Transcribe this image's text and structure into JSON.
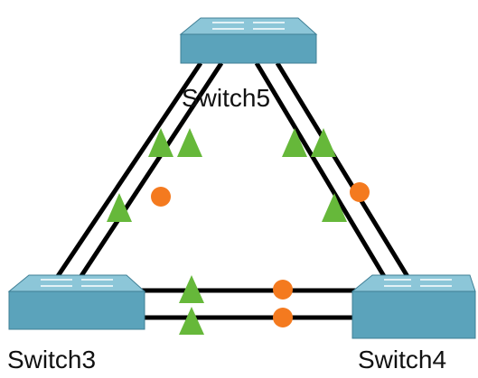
{
  "diagram": {
    "switches": [
      {
        "id": "switch5",
        "label": "Switch5"
      },
      {
        "id": "switch3",
        "label": "Switch3"
      },
      {
        "id": "switch4",
        "label": "Switch4"
      }
    ],
    "link_pairs": [
      {
        "between": [
          "switch5",
          "switch3"
        ],
        "link_count": 2
      },
      {
        "between": [
          "switch5",
          "switch4"
        ],
        "link_count": 2
      },
      {
        "between": [
          "switch3",
          "switch4"
        ],
        "link_count": 2
      }
    ],
    "port_states": {
      "forwarding": {
        "shape": "triangle",
        "color": "#66b83a"
      },
      "blocking": {
        "shape": "circle",
        "color": "#f47a1f"
      }
    }
  },
  "colors": {
    "switch_body": "#5ba3bb",
    "switch_top": "#8cc6d8",
    "switch_shadow": "#3f7f95",
    "link": "#000000",
    "label": "#111111"
  }
}
